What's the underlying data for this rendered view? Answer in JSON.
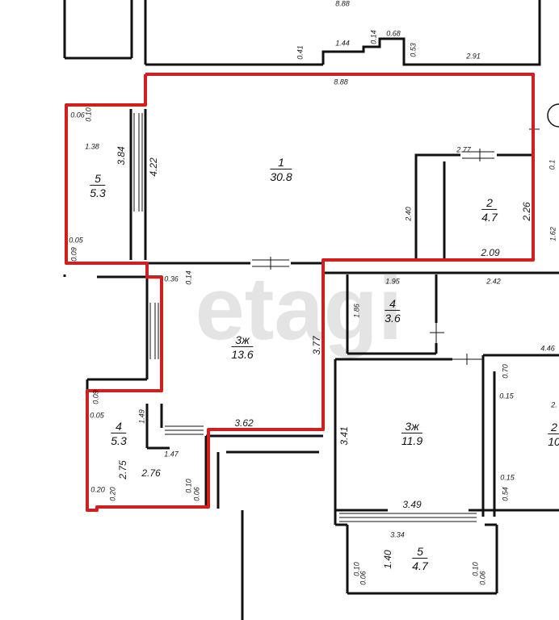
{
  "colors": {
    "wall": "#111111",
    "outline": "#d11f1f",
    "watermark": "#e4e4e4"
  },
  "watermark": "etagi",
  "rooms": [
    {
      "no": "1",
      "area": "30.8"
    },
    {
      "no": "2",
      "area": "4.7"
    },
    {
      "no": "5",
      "area": "5.3"
    },
    {
      "no": "3ж",
      "area": "13.6"
    },
    {
      "no": "4",
      "area": "5.3"
    },
    {
      "no": "4",
      "area": "3.6"
    },
    {
      "no": "3ж",
      "area": "11.9"
    },
    {
      "no": "5",
      "area": "4.7"
    },
    {
      "no": "2",
      "area": "10"
    }
  ],
  "dims": [
    "8.88",
    "0.41",
    "1.44",
    "0.14",
    "0.68",
    "0.53",
    "2.91",
    "8.88",
    "0.06",
    "0.10",
    "1.38",
    "3.84",
    "4.22",
    "2.77",
    "0.1",
    "2.40",
    "2.26",
    "1.62",
    "0.05",
    "0.09",
    "2.09",
    "0.36",
    "0.14",
    "1.95",
    "2.42",
    "1.86",
    "3.77",
    "4.46",
    "0.70",
    "0.09",
    "0.05",
    "1.49",
    "0.15",
    "3.62",
    "3.41",
    "2.",
    "1.47",
    "2.75",
    "2.76",
    "0.15",
    "0.20",
    "0.20",
    "0.10",
    "0.06",
    "0.54",
    "3.49",
    "3.34",
    "1.40",
    "0.10",
    "0.06",
    "0.10",
    "0.06"
  ]
}
